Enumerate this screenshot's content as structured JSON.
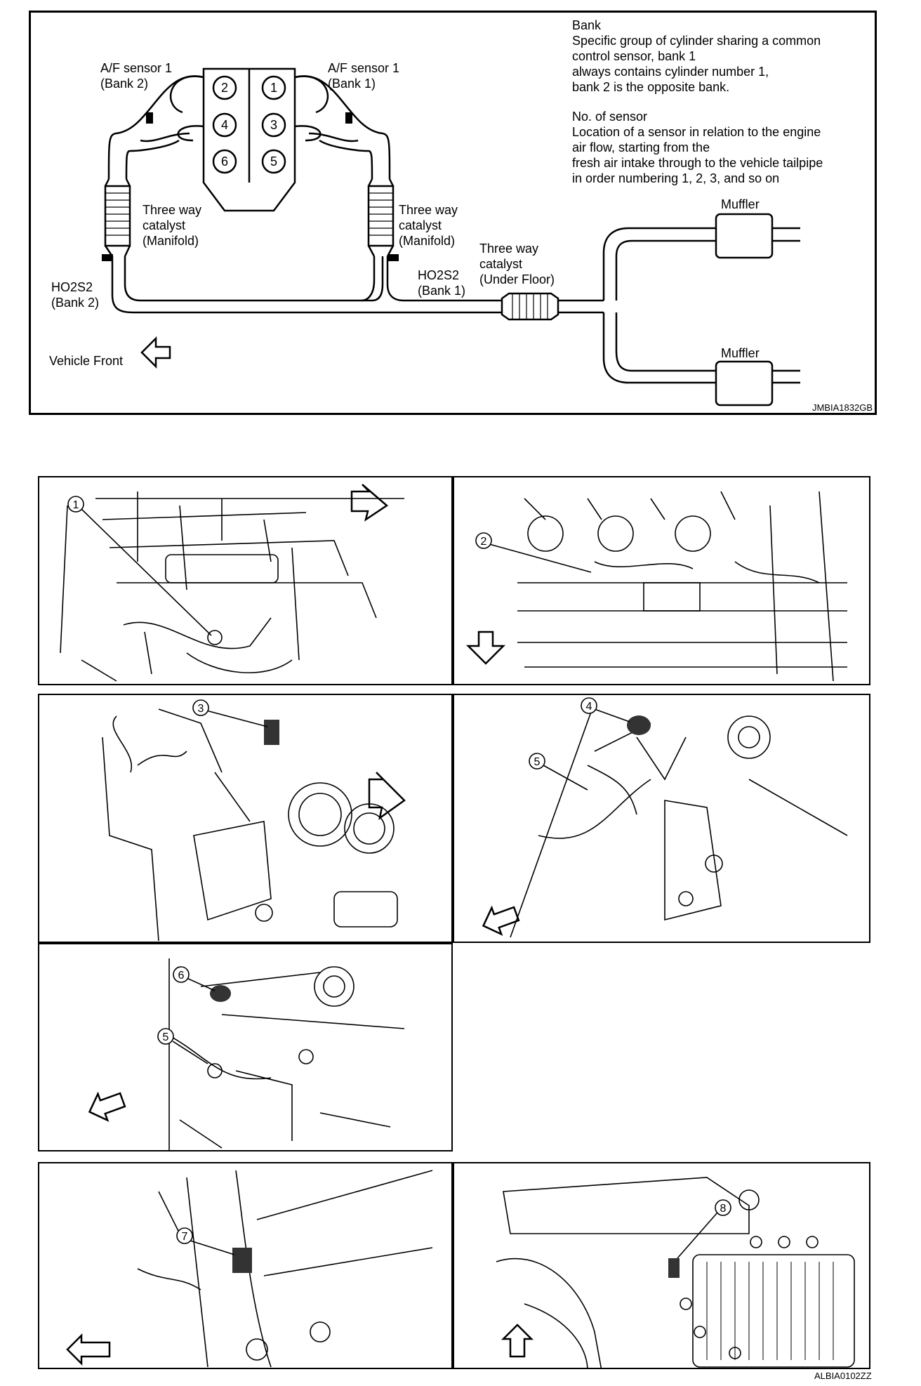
{
  "top_diagram": {
    "labels": {
      "af_sensor_bank2": [
        "A/F sensor 1",
        "(Bank 2)"
      ],
      "af_sensor_bank1": [
        "A/F sensor 1",
        "(Bank 1)"
      ],
      "catalyst_left": [
        "Three way",
        "catalyst",
        "(Manifold)"
      ],
      "catalyst_right": [
        "Three way",
        "catalyst",
        "(Manifold)"
      ],
      "catalyst_underfloor": [
        "Three way",
        "catalyst",
        "(Under Floor)"
      ],
      "ho2s2_bank2": [
        "HO2S2",
        "(Bank 2)"
      ],
      "ho2s2_bank1": [
        "HO2S2",
        "(Bank 1)"
      ],
      "muffler_top": "Muffler",
      "muffler_bottom": "Muffler",
      "vehicle_front": "Vehicle Front"
    },
    "cylinders": [
      "2",
      "1",
      "4",
      "3",
      "6",
      "5"
    ],
    "notes": {
      "bank_title": "Bank",
      "bank_text": [
        "Specific group of cylinder sharing a common",
        "control sensor, bank 1",
        "always contains cylinder number 1,",
        "bank 2 is the opposite bank."
      ],
      "sensor_title": "No. of sensor",
      "sensor_text": [
        "Location of a sensor in relation to the engine",
        "air flow, starting from the",
        "fresh air intake through to the vehicle tailpipe",
        "in order numbering 1, 2, 3, and so on"
      ]
    },
    "figure_code": "JMBIA1832GB"
  },
  "panels": {
    "callouts": [
      "1",
      "2",
      "3",
      "4",
      "5",
      "6",
      "5",
      "7",
      "8"
    ],
    "figure_code": "ALBIA0102ZZ"
  }
}
